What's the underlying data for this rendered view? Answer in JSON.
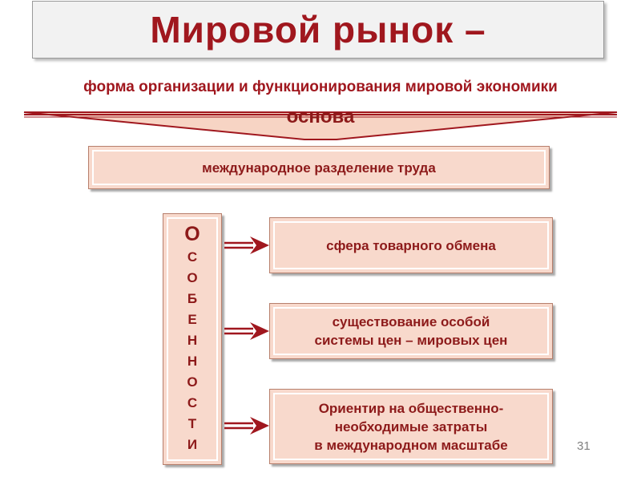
{
  "title": "Мировой рынок –",
  "subtitle": "форма организации и функционирования мировой экономики",
  "basis_label": "основа",
  "main_box": "международное разделение труда",
  "features_letters": [
    "О",
    "С",
    "О",
    "Б",
    "Е",
    "Н",
    "Н",
    "О",
    "С",
    "Т",
    "И"
  ],
  "features": [
    {
      "line1": "сфера товарного обмена",
      "line2": "",
      "line3": ""
    },
    {
      "line1": "существование особой",
      "line2": "системы цен – мировых цен",
      "line3": ""
    },
    {
      "line1": "Ориентир на общественно-",
      "line2": "необходимые затраты",
      "line3": "в международном масштабе"
    }
  ],
  "page_number": "31",
  "colors": {
    "accent": "#a0171e",
    "box_fill": "#f8d9cc",
    "arrow": "#a0171e"
  }
}
